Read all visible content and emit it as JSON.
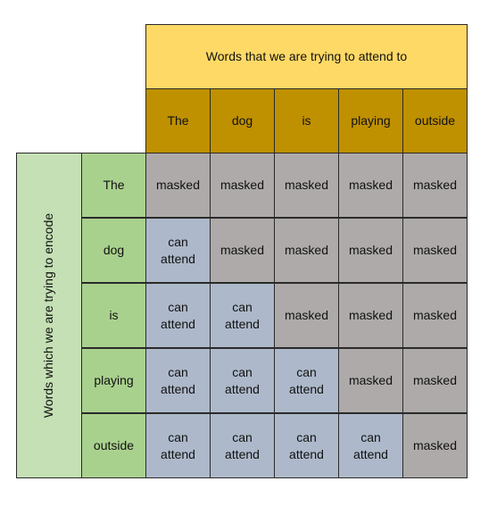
{
  "title": "Words that we are trying to attend to",
  "side_label": "Words which we are trying to encode",
  "columns": [
    "The",
    "dog",
    "is",
    "playing",
    "outside"
  ],
  "rows": [
    "The",
    "dog",
    "is",
    "playing",
    "outside"
  ],
  "states": {
    "masked": "masked",
    "can_attend": "can\nattend"
  },
  "matrix": [
    [
      "masked",
      "masked",
      "masked",
      "masked",
      "masked"
    ],
    [
      "can\nattend",
      "masked",
      "masked",
      "masked",
      "masked"
    ],
    [
      "can\nattend",
      "can\nattend",
      "masked",
      "masked",
      "masked"
    ],
    [
      "can\nattend",
      "can\nattend",
      "can\nattend",
      "masked",
      "masked"
    ],
    [
      "can\nattend",
      "can\nattend",
      "can\nattend",
      "can\nattend",
      "masked"
    ]
  ],
  "colors": {
    "title_bg": "#ffd966",
    "column_header_bg": "#bf9000",
    "side_label_bg": "#c5e0b4",
    "row_header_bg": "#a9d18e",
    "masked_bg": "#aeaaaa",
    "can_attend_bg": "#adb9ca"
  }
}
